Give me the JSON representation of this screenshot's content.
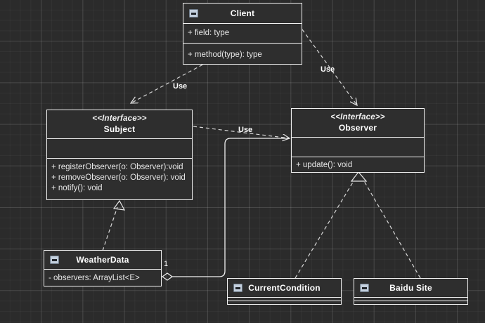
{
  "diagram": {
    "kind": "uml-class-diagram",
    "background": "#2b2b2b",
    "line_color": "#f2f2f2",
    "text_color": "#ffffff",
    "classes": [
      {
        "id": "client",
        "name": "Client",
        "icon": "class-icon",
        "stereotype": "",
        "fields": [
          "+ field: type"
        ],
        "methods": [
          "+ method(type): type"
        ]
      },
      {
        "id": "subject",
        "name": "Subject",
        "icon": "",
        "stereotype": "<<Interface>>",
        "fields": [],
        "methods": [
          "+ registerObserver(o: Observer):void",
          "+ removeObserver(o: Observer): void",
          "+ notify(): void"
        ]
      },
      {
        "id": "observer",
        "name": "Observer",
        "icon": "",
        "stereotype": "<<Interface>>",
        "fields": [],
        "methods": [
          "+ update(): void"
        ]
      },
      {
        "id": "weatherdata",
        "name": "WeatherData",
        "icon": "class-icon",
        "stereotype": "",
        "fields": [
          "- observers: ArrayList<E>"
        ],
        "methods": []
      },
      {
        "id": "currentcondition",
        "name": "CurrentCondition",
        "icon": "class-icon",
        "stereotype": "",
        "fields": [],
        "methods": []
      },
      {
        "id": "baidusite",
        "name": "Baidu Site",
        "icon": "class-icon",
        "stereotype": "",
        "fields": [],
        "methods": []
      }
    ],
    "edges": [
      {
        "id": "client-subject",
        "from": "client",
        "to": "subject",
        "type": "dependency",
        "label": "Use"
      },
      {
        "id": "client-observer",
        "from": "client",
        "to": "observer",
        "type": "dependency",
        "label": "Use"
      },
      {
        "id": "subject-observer",
        "from": "subject",
        "to": "observer",
        "type": "dependency",
        "label": "Use"
      },
      {
        "id": "weatherdata-subject",
        "from": "weatherdata",
        "to": "subject",
        "type": "realization",
        "label": ""
      },
      {
        "id": "currentcondition-observer",
        "from": "currentcondition",
        "to": "observer",
        "type": "realization",
        "label": ""
      },
      {
        "id": "baidusite-observer",
        "from": "baidusite",
        "to": "observer",
        "type": "realization",
        "label": ""
      },
      {
        "id": "weatherdata-observer",
        "from": "weatherdata",
        "to": "observer",
        "type": "aggregation",
        "label": "",
        "multiplicity": "1"
      }
    ]
  }
}
